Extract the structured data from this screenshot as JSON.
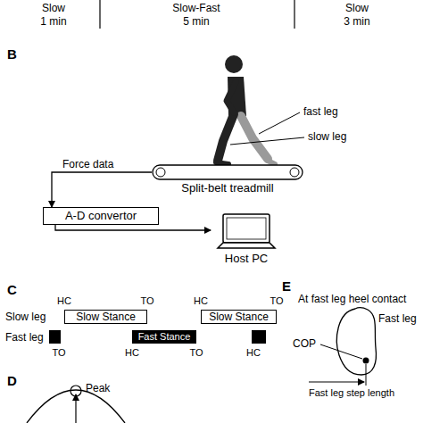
{
  "diagram": {
    "nodes": [
      {
        "text": [
          "Split-belt treadmill"
        ]
      },
      {
        "text": [
          "A-D convertor"
        ]
      },
      {
        "text": [
          "Host PC"
        ]
      },
      {
        "text": [
          "Slow Stance"
        ]
      },
      {
        "text": [
          "Slow Stance"
        ]
      },
      {
        "text": [
          "Fast Stance"
        ]
      }
    ],
    "edges": [
      {
        "from": 0,
        "to": 1,
        "label": "Force data",
        "arrow": "to"
      },
      {
        "from": 1,
        "to": 2,
        "arrow": "to"
      }
    ],
    "labels": [
      "Slow",
      "1 min",
      "Slow-Fast",
      "5 min",
      "Slow",
      "3 min",
      "B",
      "fast leg",
      "slow leg",
      "C",
      "Slow leg",
      "Fast leg",
      "HC",
      "TO",
      "HC",
      "TO",
      "TO",
      "HC",
      "TO",
      "HC",
      "D",
      "Peak",
      "E",
      "At fast leg heel contact",
      "Fast leg",
      "COP",
      "Fast leg step length"
    ]
  }
}
